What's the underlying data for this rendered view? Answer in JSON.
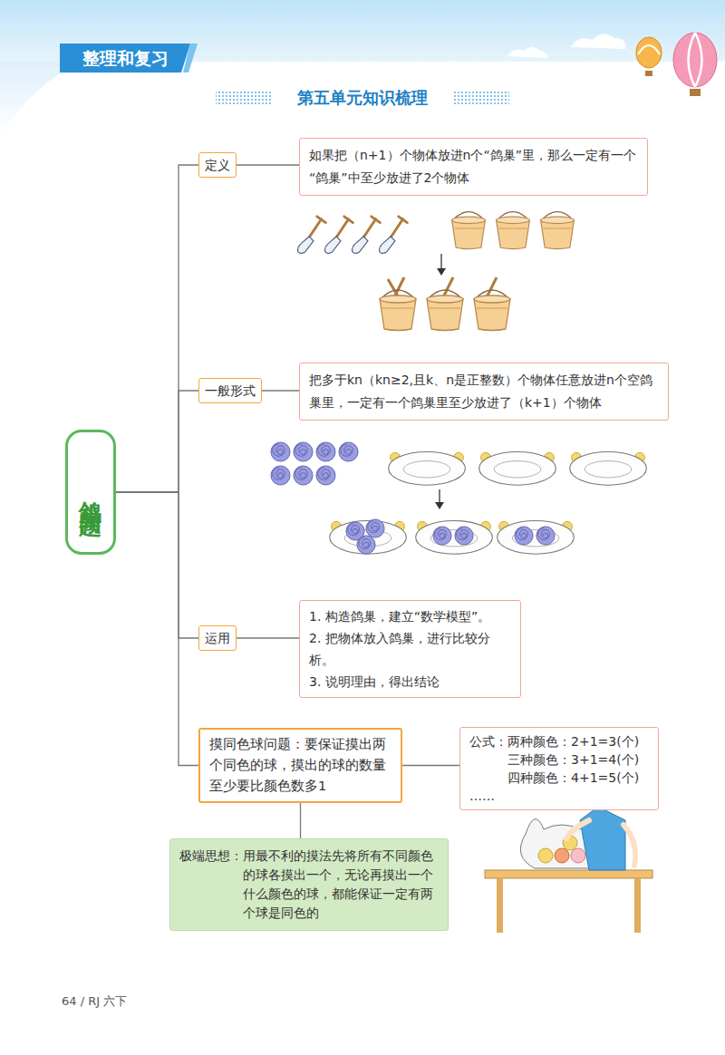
{
  "diagram": {
    "title": "第五单元知识梳理",
    "nodes": [
      {
        "text": [
          "鸽巢问题"
        ]
      },
      {
        "text": [
          "定义"
        ]
      },
      {
        "text": [
          "如果把（n+1）个物体放进n个“鸽巢”里，那么一定有一个“鸽巢”中至少放进了2个物体"
        ]
      },
      {
        "text": [
          "一般形式"
        ]
      },
      {
        "text": [
          "把多于kn（kn≥2,且k、n是正整数）个物体任意放进n个空鸽巢里，一定有一个鸽巢里至少放进了（k+1）个物体"
        ]
      },
      {
        "text": [
          "运用"
        ]
      },
      {
        "text": [
          "1. 构造鸽巢，建立“数学模型”。",
          "2. 把物体放入鸽巢，进行比较分析。",
          "3. 说明理由，得出结论"
        ]
      },
      {
        "text": [
          "摸同色球问题：要保证摸出两个同色的球，摸出的球的数量至少要比颜色数多1"
        ]
      },
      {
        "text": [
          "公式：两种颜色：2+1=3(个)",
          "三种颜色：3+1=4(个)",
          "四种颜色：4+1=5(个)",
          "……"
        ]
      },
      {
        "text": [
          "极端思想：用最不利的摸法先将所有不同颜色的球各摸出一个，无论再摸出一个什么颜色的球，都能保证一定有两个球是同色的"
        ]
      }
    ],
    "edges": [
      {
        "from": 0,
        "to": 1,
        "arrow": "none"
      },
      {
        "from": 0,
        "to": 3,
        "arrow": "none"
      },
      {
        "from": 0,
        "to": 5,
        "arrow": "none"
      },
      {
        "from": 0,
        "to": 7,
        "arrow": "none"
      },
      {
        "from": 1,
        "to": 2,
        "arrow": "none"
      },
      {
        "from": 3,
        "to": 4,
        "arrow": "none"
      },
      {
        "from": 5,
        "to": 6,
        "arrow": "none"
      },
      {
        "from": 7,
        "to": 8,
        "arrow": "none"
      },
      {
        "from": 7,
        "to": 9,
        "arrow": "none"
      }
    ],
    "labels": [
      "整理和复习",
      "64 / RJ 六下"
    ]
  }
}
